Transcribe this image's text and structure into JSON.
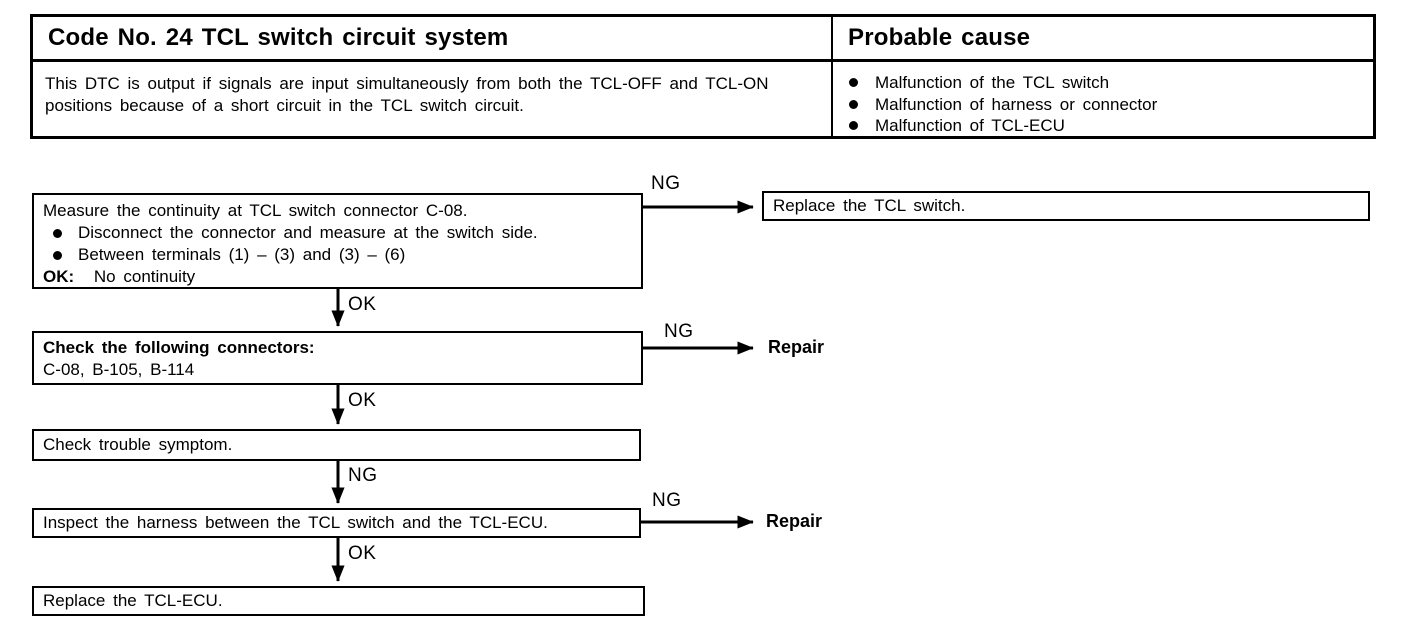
{
  "colors": {
    "ink": "#000000",
    "paper": "#ffffff"
  },
  "header_table": {
    "code_title": "Code No. 24 TCL switch circuit system",
    "probable_cause_title": "Probable cause",
    "description": "This DTC is output if signals are input simultaneously from both the TCL-OFF and TCL-ON positions because of a short circuit in the TCL switch circuit.",
    "probable_causes": [
      "Malfunction of the TCL switch",
      "Malfunction of harness or connector",
      "Malfunction of TCL-ECU"
    ]
  },
  "flowchart": {
    "labels": {
      "ng": "NG",
      "ok": "OK",
      "repair": "Repair"
    },
    "step_measure_continuity": {
      "title": "Measure the continuity at TCL switch connector C-08.",
      "bullets": [
        "Disconnect the connector and measure at the switch side.",
        "Between terminals (1) – (3) and (3) – (6)"
      ],
      "ok_label": "OK:",
      "ok_value": "No continuity"
    },
    "result_replace_switch": "Replace the TCL switch.",
    "step_check_connectors": {
      "title": "Check the following connectors:",
      "detail": "C-08, B-105, B-114"
    },
    "step_check_symptom": "Check trouble symptom.",
    "step_inspect_harness": "Inspect the harness between the TCL switch and the TCL-ECU.",
    "result_replace_ecu": "Replace the TCL-ECU."
  }
}
